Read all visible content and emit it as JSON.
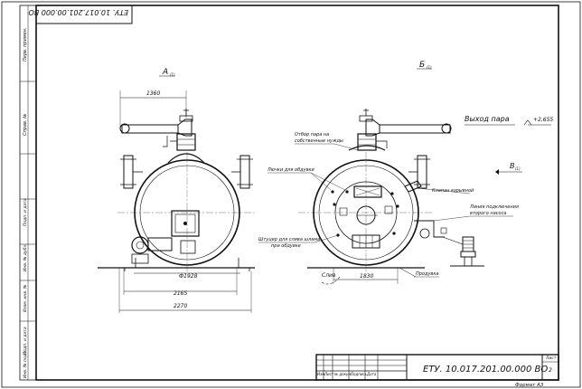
{
  "stamp_text": "ЕТУ. 10.017.201.00.000 ВО",
  "margin_labels": {
    "perv": "Перв. примен.",
    "sprav": "Справ. №",
    "podp_data1": "Подп. и дата",
    "inv_dubl": "Инв. № дубл.",
    "vzam_inv": "Взам. инв. №",
    "podp_data2": "Подп. и дата",
    "inv_podl": "Инв. № подл."
  },
  "view_a_label": "А",
  "view_a_scale": "(1)",
  "view_b_label": "Б",
  "view_b_scale": "(1)",
  "view_v_label": "В",
  "view_v_scale": "(1)",
  "steam_outlet": "Выход пара",
  "elevation": "+2,655",
  "dims": {
    "d1360": "1360",
    "d1928": "Ф1928",
    "d2165": "2165",
    "d2270": "2270",
    "d1830": "1830"
  },
  "callouts": {
    "steam_takeoff": "Отбор пара на собственные нужды",
    "hatches": "Лючки для обдувки",
    "explosion_valve": "Клапан взрывной",
    "pump_line": "Линия подключения второго насоса",
    "sludge_fitting": "Штуцер для слива шлама при обдувке",
    "drain": "Слив",
    "blowdown": "Продувка"
  },
  "title_block": {
    "designation": "ЕТУ. 10.017.201.00.000 ВО",
    "sheet_label": "Лист",
    "sheet_no": "2",
    "format": "Формат А3",
    "col_izm": "Изм.",
    "col_list": "Лист",
    "col_doc": "№ докум.",
    "col_podp": "Подпись",
    "col_data": "Дата"
  }
}
